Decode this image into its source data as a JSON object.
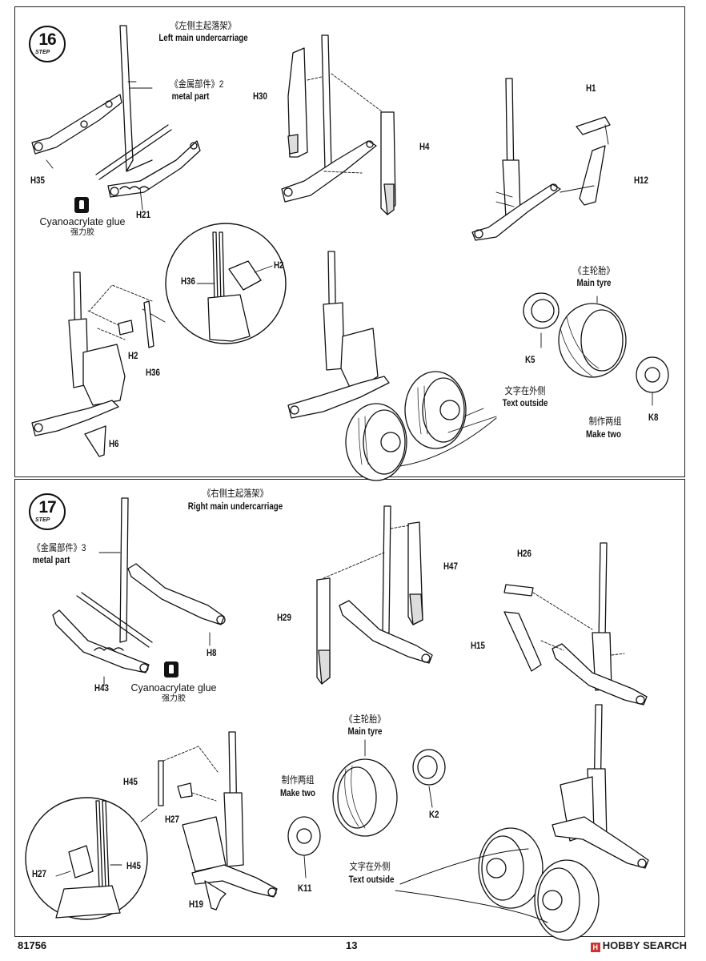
{
  "steps": [
    {
      "number": "16",
      "step_caption": "STEP",
      "title_zh": "《左侧主起落架》",
      "title_en": "Left main undercarriage",
      "metal_zh": "《金属部件》2",
      "metal_en": "metal part",
      "glue_en": "Cyanoacrylate glue",
      "glue_zh": "强力胶",
      "tyre_zh": "《主轮胎》",
      "tyre_en": "Main tyre",
      "text_outside_zh": "文字在外侧",
      "text_outside_en": "Text outside",
      "make_two_zh": "制作两组",
      "make_two_en": "Make two",
      "parts": [
        "H35",
        "H21",
        "H30",
        "H4",
        "H1",
        "H12",
        "H36",
        "H2",
        "H36",
        "H2",
        "H6",
        "K5",
        "K8"
      ]
    },
    {
      "number": "17",
      "step_caption": "STEP",
      "title_zh": "《右侧主起落架》",
      "title_en": "Right main undercarriage",
      "metal_zh": "《金属部件》3",
      "metal_en": "metal part",
      "glue_en": "Cyanoacrylate glue",
      "glue_zh": "强力胶",
      "tyre_zh": "《主轮胎》",
      "tyre_en": "Main tyre",
      "text_outside_zh": "文字在外侧",
      "text_outside_en": "Text outside",
      "make_two_zh": "制作两组",
      "make_two_en": "Make two",
      "parts": [
        "H8",
        "H43",
        "H29",
        "H47",
        "H26",
        "H15",
        "H45",
        "H27",
        "H27",
        "H45",
        "H19",
        "K2",
        "K11"
      ]
    }
  ],
  "footer": {
    "kit_number": "81756",
    "page_number": "13",
    "watermark": "HOBBY SEARCH"
  }
}
